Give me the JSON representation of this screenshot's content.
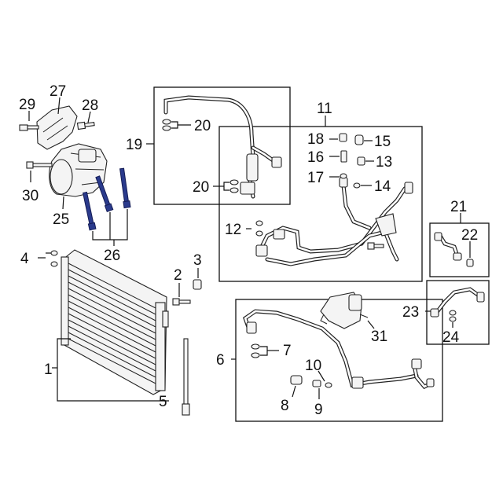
{
  "callouts": [
    "1",
    "2",
    "3",
    "4",
    "5",
    "6",
    "7",
    "8",
    "9",
    "10",
    "11",
    "12",
    "13",
    "14",
    "15",
    "16",
    "17",
    "18",
    "19",
    "20",
    "20",
    "21",
    "22",
    "23",
    "24",
    "25",
    "26",
    "27",
    "28",
    "29",
    "30",
    "31"
  ],
  "colors": {
    "line": "#111111",
    "highlight": "#2a3a8c",
    "part_fill": "#f4f4f4"
  }
}
